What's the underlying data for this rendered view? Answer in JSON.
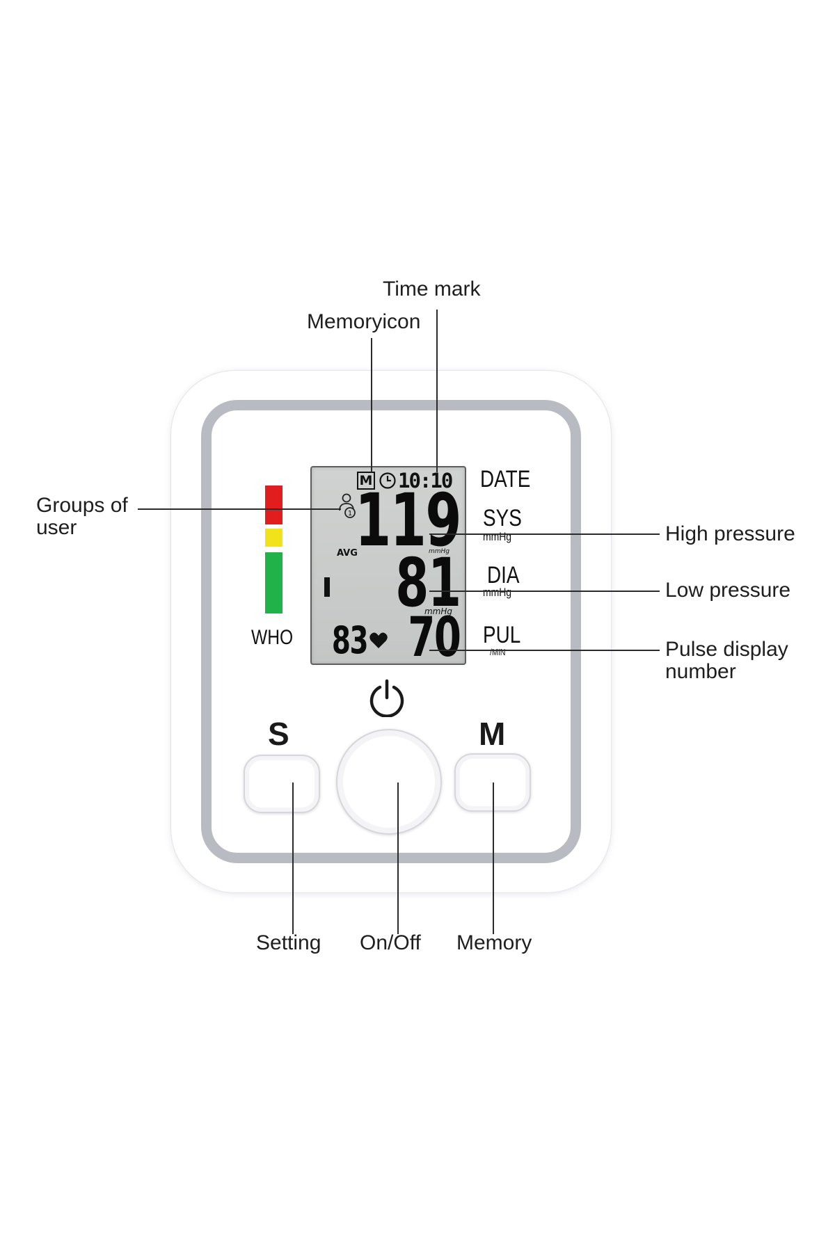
{
  "callouts": {
    "time_mark": "Time mark",
    "memory_icon": "Memoryicon",
    "groups_of_user_line1": "Groups of",
    "groups_of_user_line2": "user",
    "high_pressure": "High pressure",
    "low_pressure": "Low pressure",
    "pulse_line1": "Pulse display",
    "pulse_line2": "number",
    "setting": "Setting",
    "on_off": "On/Off",
    "memory": "Memory"
  },
  "device": {
    "who_label": "WHO",
    "indicator_colors": {
      "red": "#e21d1d",
      "yellow": "#f2e21b",
      "green": "#22b24a"
    },
    "lcd": {
      "memory_badge": "M",
      "time": "10:10",
      "avg": "AVG",
      "systolic": "119",
      "diastolic": "81",
      "pulse": "70",
      "count": "83",
      "unit_small_1": "mmHg",
      "unit_small_2": "mmHg"
    },
    "side_labels": {
      "date": "DATE",
      "sys": "SYS",
      "sys_unit": "mmHg",
      "dia": "DIA",
      "dia_unit": "mmHg",
      "pul": "PUL",
      "pul_unit": "/MIN"
    },
    "buttons": {
      "setting_letter": "S",
      "memory_letter": "M"
    }
  }
}
